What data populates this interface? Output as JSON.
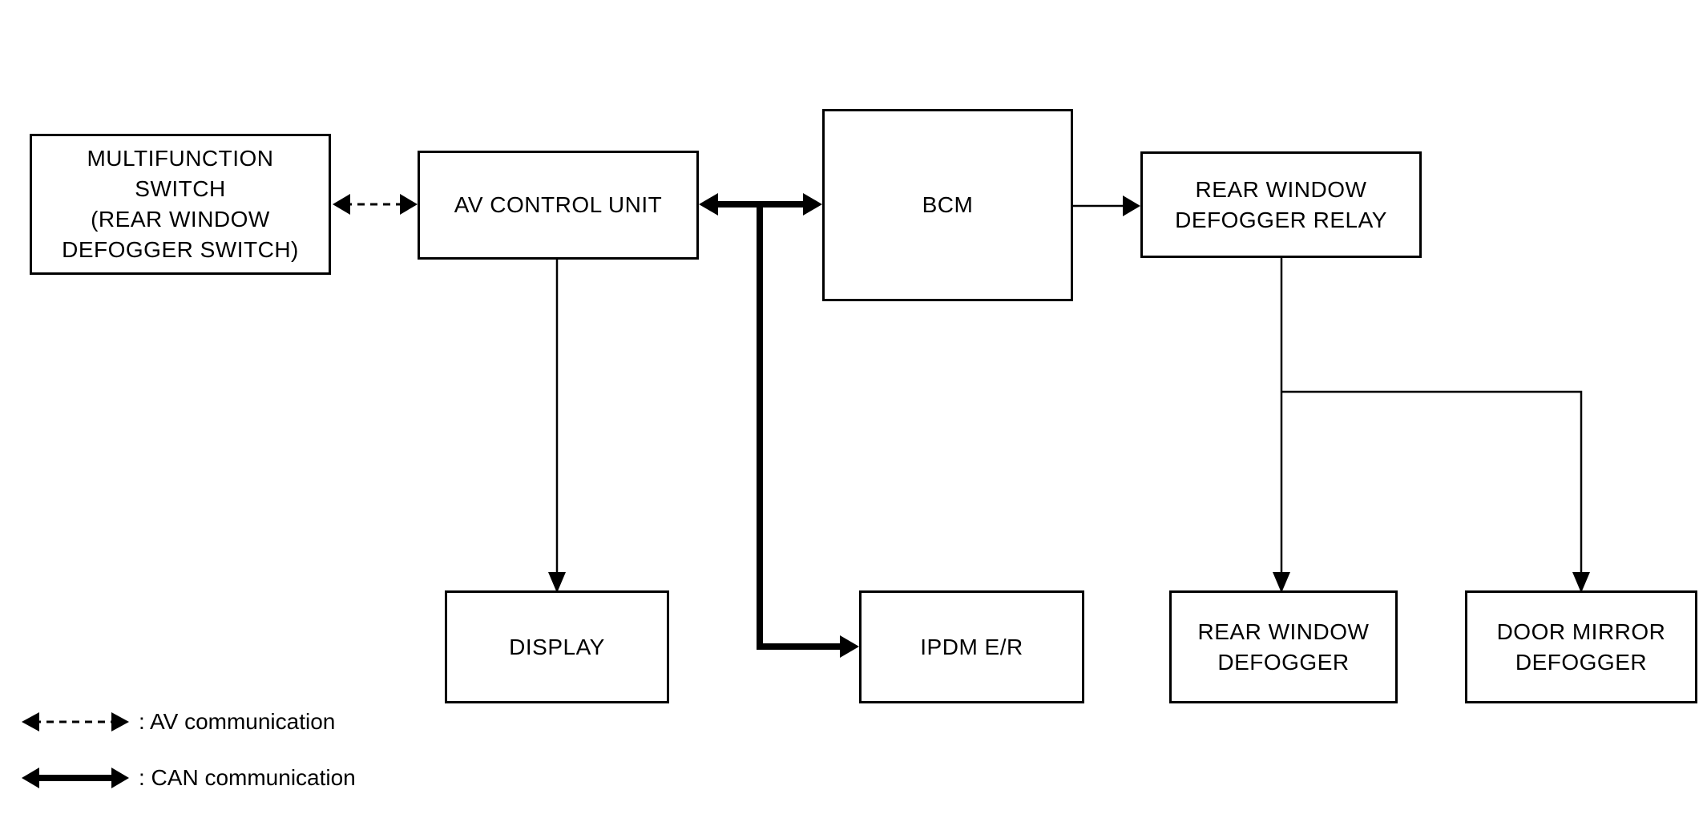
{
  "diagram": {
    "title": "",
    "colors": {
      "background": "#ffffff",
      "ink": "#000000"
    },
    "nodes": {
      "multifunction_switch": {
        "label": "MULTIFUNCTION\nSWITCH\n(REAR WINDOW\nDEFOGGER SWITCH)"
      },
      "av_control_unit": {
        "label": "AV CONTROL UNIT"
      },
      "bcm": {
        "label": "BCM"
      },
      "rear_window_defogger_relay": {
        "label": "REAR WINDOW\nDEFOGGER RELAY"
      },
      "display": {
        "label": "DISPLAY"
      },
      "ipdm_er": {
        "label": "IPDM E/R"
      },
      "rear_window_defogger": {
        "label": "REAR WINDOW\nDEFOGGER"
      },
      "door_mirror_defogger": {
        "label": "DOOR MIRROR\nDEFOGGER"
      }
    },
    "connections": [
      {
        "from": "multifunction_switch",
        "to": "av_control_unit",
        "style": "dashed-double-arrow",
        "meaning": "AV communication"
      },
      {
        "from": "av_control_unit",
        "to": "bcm",
        "style": "thick-double-arrow",
        "meaning": "CAN communication"
      },
      {
        "from": "av_control_unit",
        "to": "ipdm_er",
        "style": "thick-arrow",
        "meaning": "CAN communication"
      },
      {
        "from": "av_control_unit",
        "to": "display",
        "style": "thin-arrow",
        "meaning": "wire"
      },
      {
        "from": "bcm",
        "to": "rear_window_defogger_relay",
        "style": "thin-arrow",
        "meaning": "wire"
      },
      {
        "from": "rear_window_defogger_relay",
        "to": "rear_window_defogger",
        "style": "thin-arrow",
        "meaning": "wire"
      },
      {
        "from": "rear_window_defogger_relay",
        "to": "door_mirror_defogger",
        "style": "thin-arrow",
        "meaning": "wire"
      }
    ],
    "legend": [
      {
        "symbol": "dashed-double-arrow",
        "label": ": AV communication"
      },
      {
        "symbol": "solid-double-arrow",
        "label": ": CAN communication"
      }
    ]
  }
}
